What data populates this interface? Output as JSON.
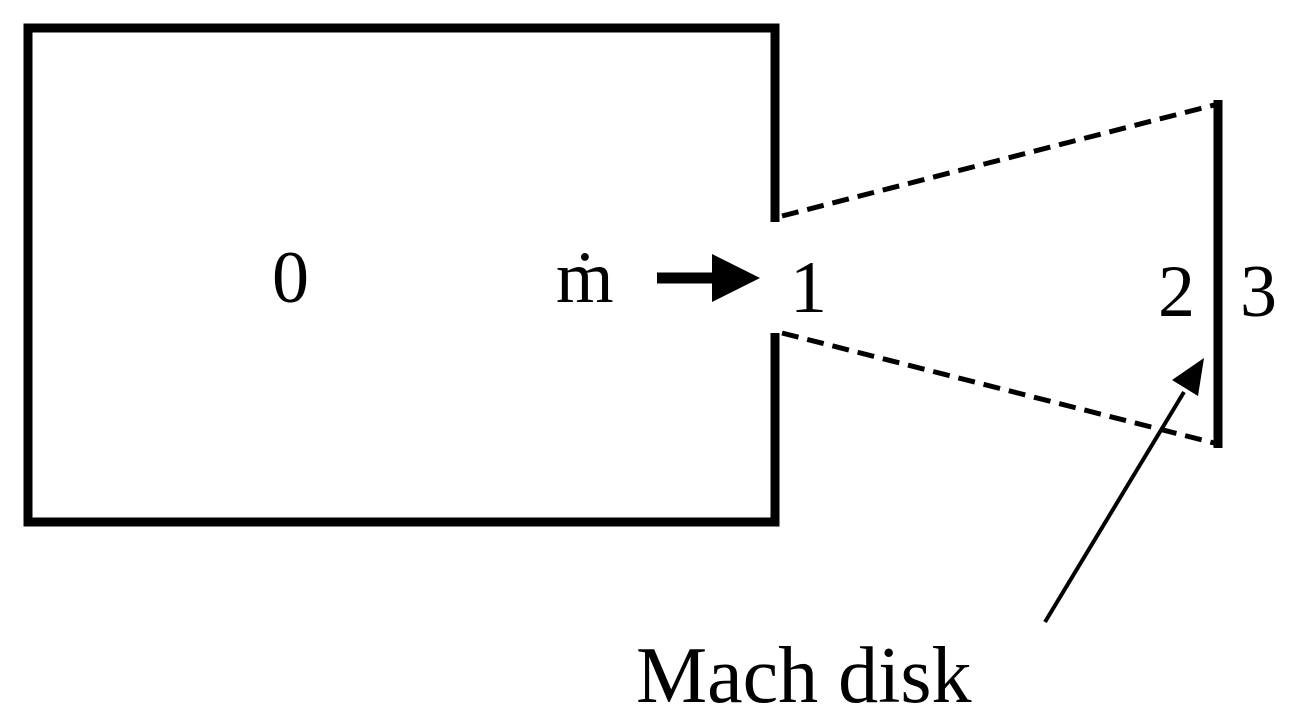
{
  "labels": {
    "region_0": "0",
    "mass_flow": "ṁ",
    "station_1": "1",
    "station_2": "2",
    "station_3": "3",
    "mach_disk": "Mach disk"
  },
  "colors": {
    "stroke": "#000000",
    "background": "#ffffff"
  }
}
